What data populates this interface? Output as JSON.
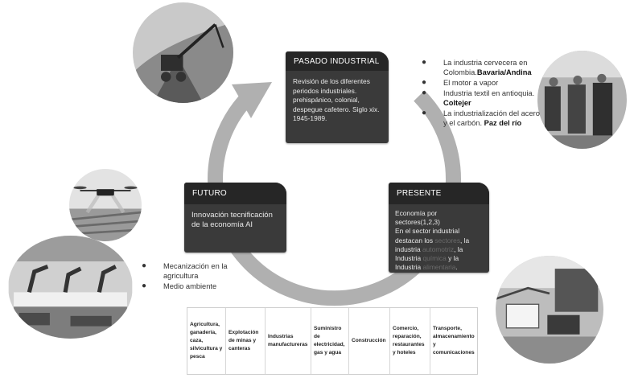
{
  "stages": {
    "pasado": {
      "title": "PASADO INDUSTRIAL",
      "body": "Revisión de los diferentes periodos industriales. prehispánico, colonial, despegue cafetero. Siglo xix. 1945-1989."
    },
    "futuro": {
      "title": "FUTURO",
      "body": "Innovación tecnificación de la economía AI"
    },
    "presente": {
      "title": "PRESENTE",
      "lines": [
        "Economía por sectores(1,2,3)",
        "En el sector industrial",
        "destacan los",
        "industria",
        "Industria",
        "Industria"
      ],
      "trail": [
        ", la",
        ", la",
        " y la",
        "."
      ],
      "faint": [
        "sectores",
        "automotriz",
        "química",
        "alimentaria"
      ]
    }
  },
  "past_items": [
    {
      "text": "La industria cervecera en Colombia.",
      "bold": "Bavaria/Andina"
    },
    {
      "text": "El motor a vapor",
      "bold": ""
    },
    {
      "text": "Industria textil en antioquia. ",
      "bold": "Coltejer"
    },
    {
      "text": "La industrialización del acero y el carbón. ",
      "bold": "Paz del río"
    }
  ],
  "future_items": [
    {
      "text": "Mecanización en la agricultura"
    },
    {
      "text": "Medio ambiente"
    }
  ],
  "bullet_char": "●",
  "sectors": [
    "Agricultura, ganadería, caza, silvicultura y pesca",
    "Explotación de minas y canteras",
    "Industrias manufactureras",
    "Suministro de electricidad, gas y agua",
    "Construcción",
    "Comercio, reparación, restaurantes y hoteles",
    "Transporte, almacenamiento y comunicaciones"
  ],
  "colors": {
    "ring": "#b0b0b0",
    "card": "#3a3a3a",
    "card_head": "#262626"
  }
}
